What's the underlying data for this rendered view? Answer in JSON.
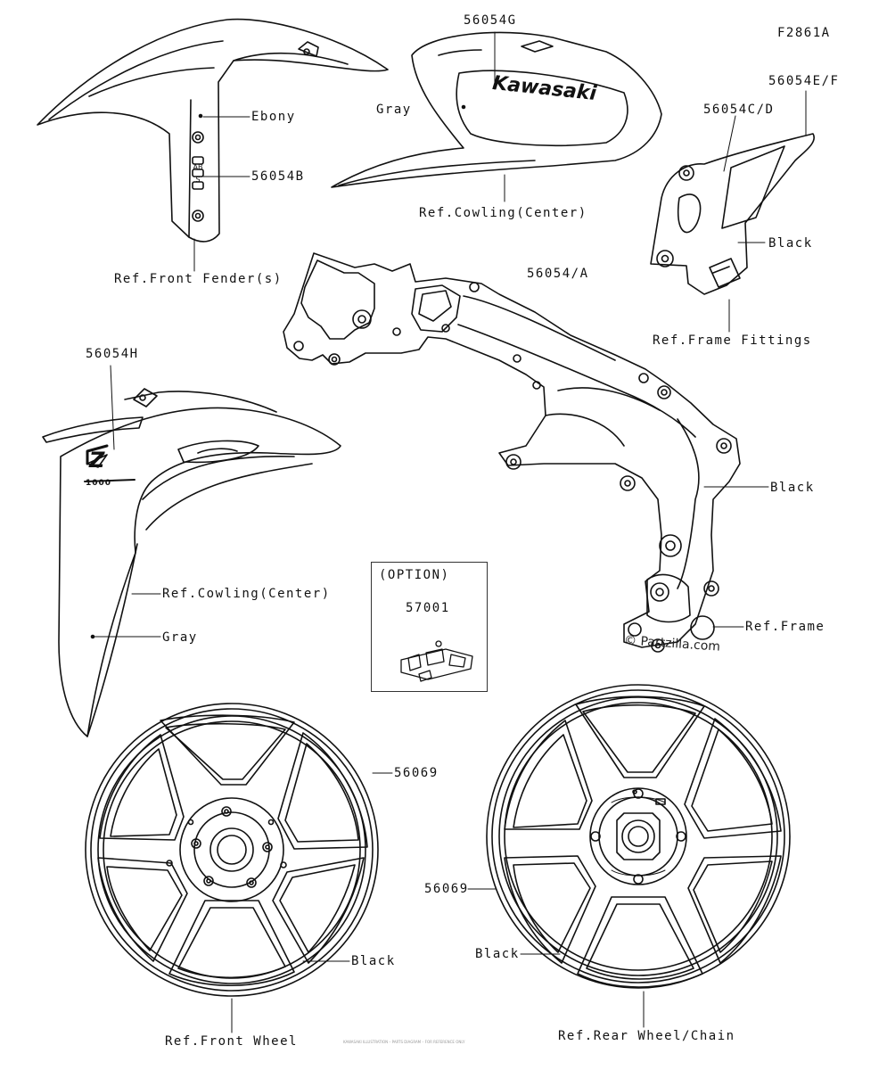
{
  "figure_code": "F2861A",
  "watermark": "© Partzilla.com",
  "fine_print": "KAWASAKI ILLUSTRATION – PARTS DIAGRAM – FOR REFERENCE ONLY",
  "option_box": {
    "title": "(OPTION)",
    "part": "57001"
  },
  "labels": {
    "p56054G": "56054G",
    "gray_cowl": "Gray",
    "ref_cowling_top": "Ref.Cowling(Center)",
    "p56054EF": "56054E/F",
    "p56054CD": "56054C/D",
    "black_fitting": "Black",
    "ref_frame_fittings": "Ref.Frame Fittings",
    "ebony": "Ebony",
    "p56054B": "56054B",
    "ref_front_fender": "Ref.Front Fender(s)",
    "p56054A": "56054/A",
    "black_frame": "Black",
    "ref_frame": "Ref.Frame",
    "p56054H": "56054H",
    "ref_cowling_mid": "Ref.Cowling(Center)",
    "gray_side": "Gray",
    "p56069_front": "56069",
    "p56069_rear": "56069",
    "black_front_wheel": "Black",
    "black_rear_wheel": "Black",
    "ref_front_wheel": "Ref.Front Wheel",
    "ref_rear_wheel": "Ref.Rear Wheel/Chain"
  },
  "decals": {
    "brand": "Kawasaki",
    "model": "Z",
    "model_sub": "1000",
    "abs": "ABS"
  }
}
